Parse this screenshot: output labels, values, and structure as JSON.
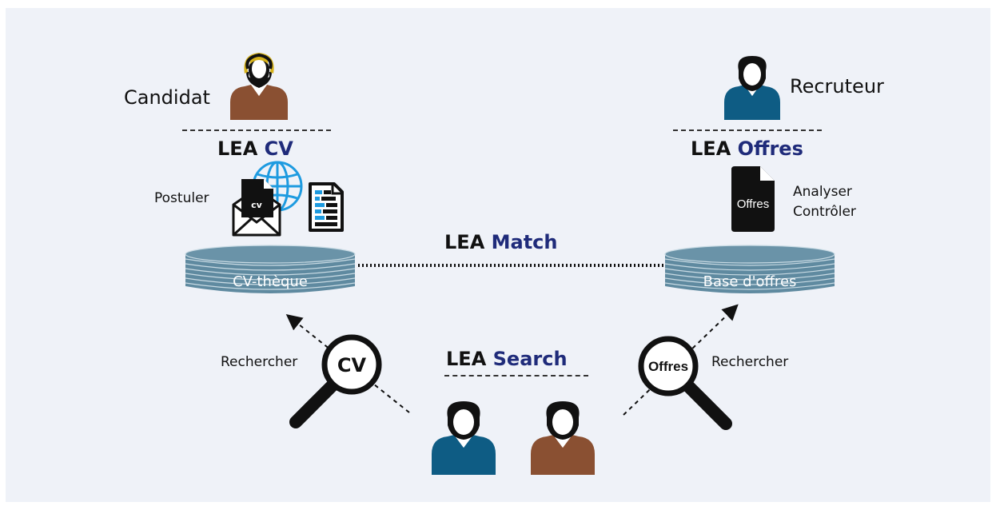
{
  "candidate": {
    "role_label": "Candidat",
    "module_prefix": "LEA",
    "module_accent": "CV",
    "action_label": "Postuler",
    "cv_badge": "cv"
  },
  "recruiter": {
    "role_label": "Recruteur",
    "module_prefix": "LEA",
    "module_accent": "Offres",
    "actions": [
      "Analyser",
      "Contrôler"
    ],
    "document_label": "Offres"
  },
  "match": {
    "module_prefix": "LEA",
    "module_accent": "Match"
  },
  "search": {
    "module_prefix": "LEA",
    "module_accent": "Search",
    "left_action": "Rechercher",
    "right_action": "Rechercher",
    "left_lens_label": "CV",
    "right_lens_label": "Offres"
  },
  "databases": {
    "left": "CV-thèque",
    "right": "Base d'offres"
  },
  "colors": {
    "background": "#eff2f8",
    "accent_text": "#1f2b7a",
    "person_brown": "#8a5032",
    "person_blue": "#0e5c84",
    "hair_blond": "#d6b21a",
    "database": "#5f8aa0",
    "globe": "#1e9be0"
  },
  "icons": [
    "person-icon",
    "globe-icon",
    "envelope-cv-icon",
    "document-icon",
    "database-icon",
    "magnifier-icon"
  ]
}
